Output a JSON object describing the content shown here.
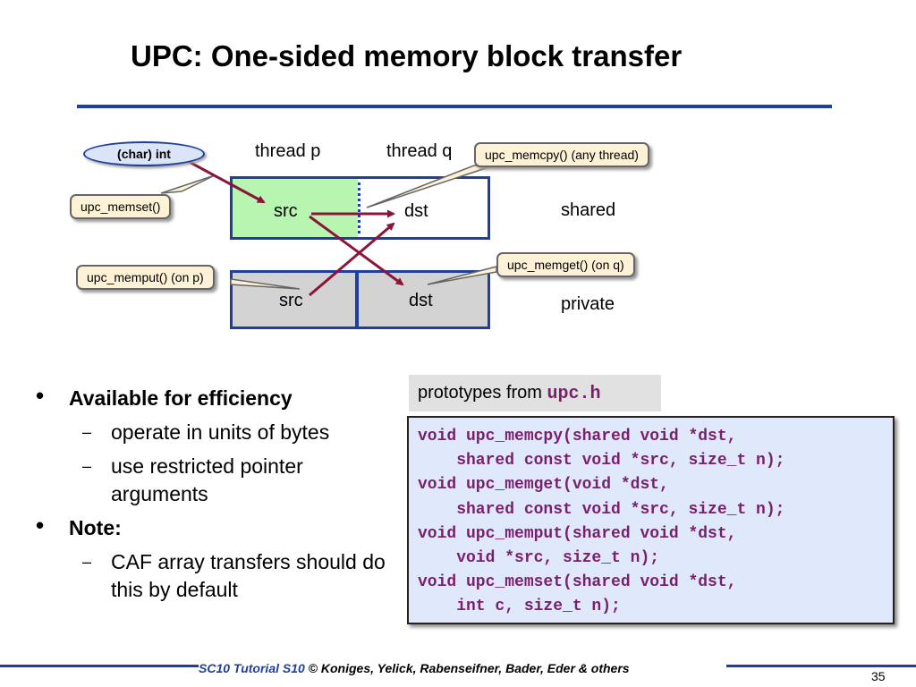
{
  "slide": {
    "title": "UPC: One-sided memory block transfer",
    "page_number": "35"
  },
  "diagram": {
    "thread_p": "thread p",
    "thread_q": "thread q",
    "shared_src": "src",
    "shared_dst": "dst",
    "private_src": "src",
    "private_dst": "dst",
    "shared_label": "shared",
    "private_label": "private",
    "type_ellipse": "(char) int",
    "callouts": {
      "memcpy": "upc_memcpy() (any thread)",
      "memset": "upc_memset()",
      "memget": "upc_memget() (on q)",
      "memput": "upc_memput() (on p)"
    },
    "colors": {
      "arrow": "#8b1538",
      "accent": "#1f3fa0",
      "shared_fill": "#b8f5b0",
      "private_fill": "#d3d3d3"
    }
  },
  "bullets": [
    {
      "text": "Available for efficiency",
      "subs": [
        "operate in units of bytes",
        "use restricted pointer arguments"
      ]
    },
    {
      "text": "Note:",
      "subs": [
        "CAF array transfers should do this by default"
      ]
    }
  ],
  "prototypes": {
    "label": "prototypes from ",
    "header": "upc.h",
    "code": [
      "void upc_memcpy(shared void *dst,",
      "    shared const void *src, size_t n);",
      "void upc_memget(void *dst,",
      "    shared const void *src, size_t n);",
      "void upc_memput(shared void *dst,",
      "    void *src, size_t n);",
      "void upc_memset(shared void *dst,",
      "    int c, size_t n);"
    ]
  },
  "footer": {
    "course": "SC10 Tutorial S10",
    "authors": " © Koniges, Yelick, Rabenseifner, Bader, Eder & others"
  }
}
